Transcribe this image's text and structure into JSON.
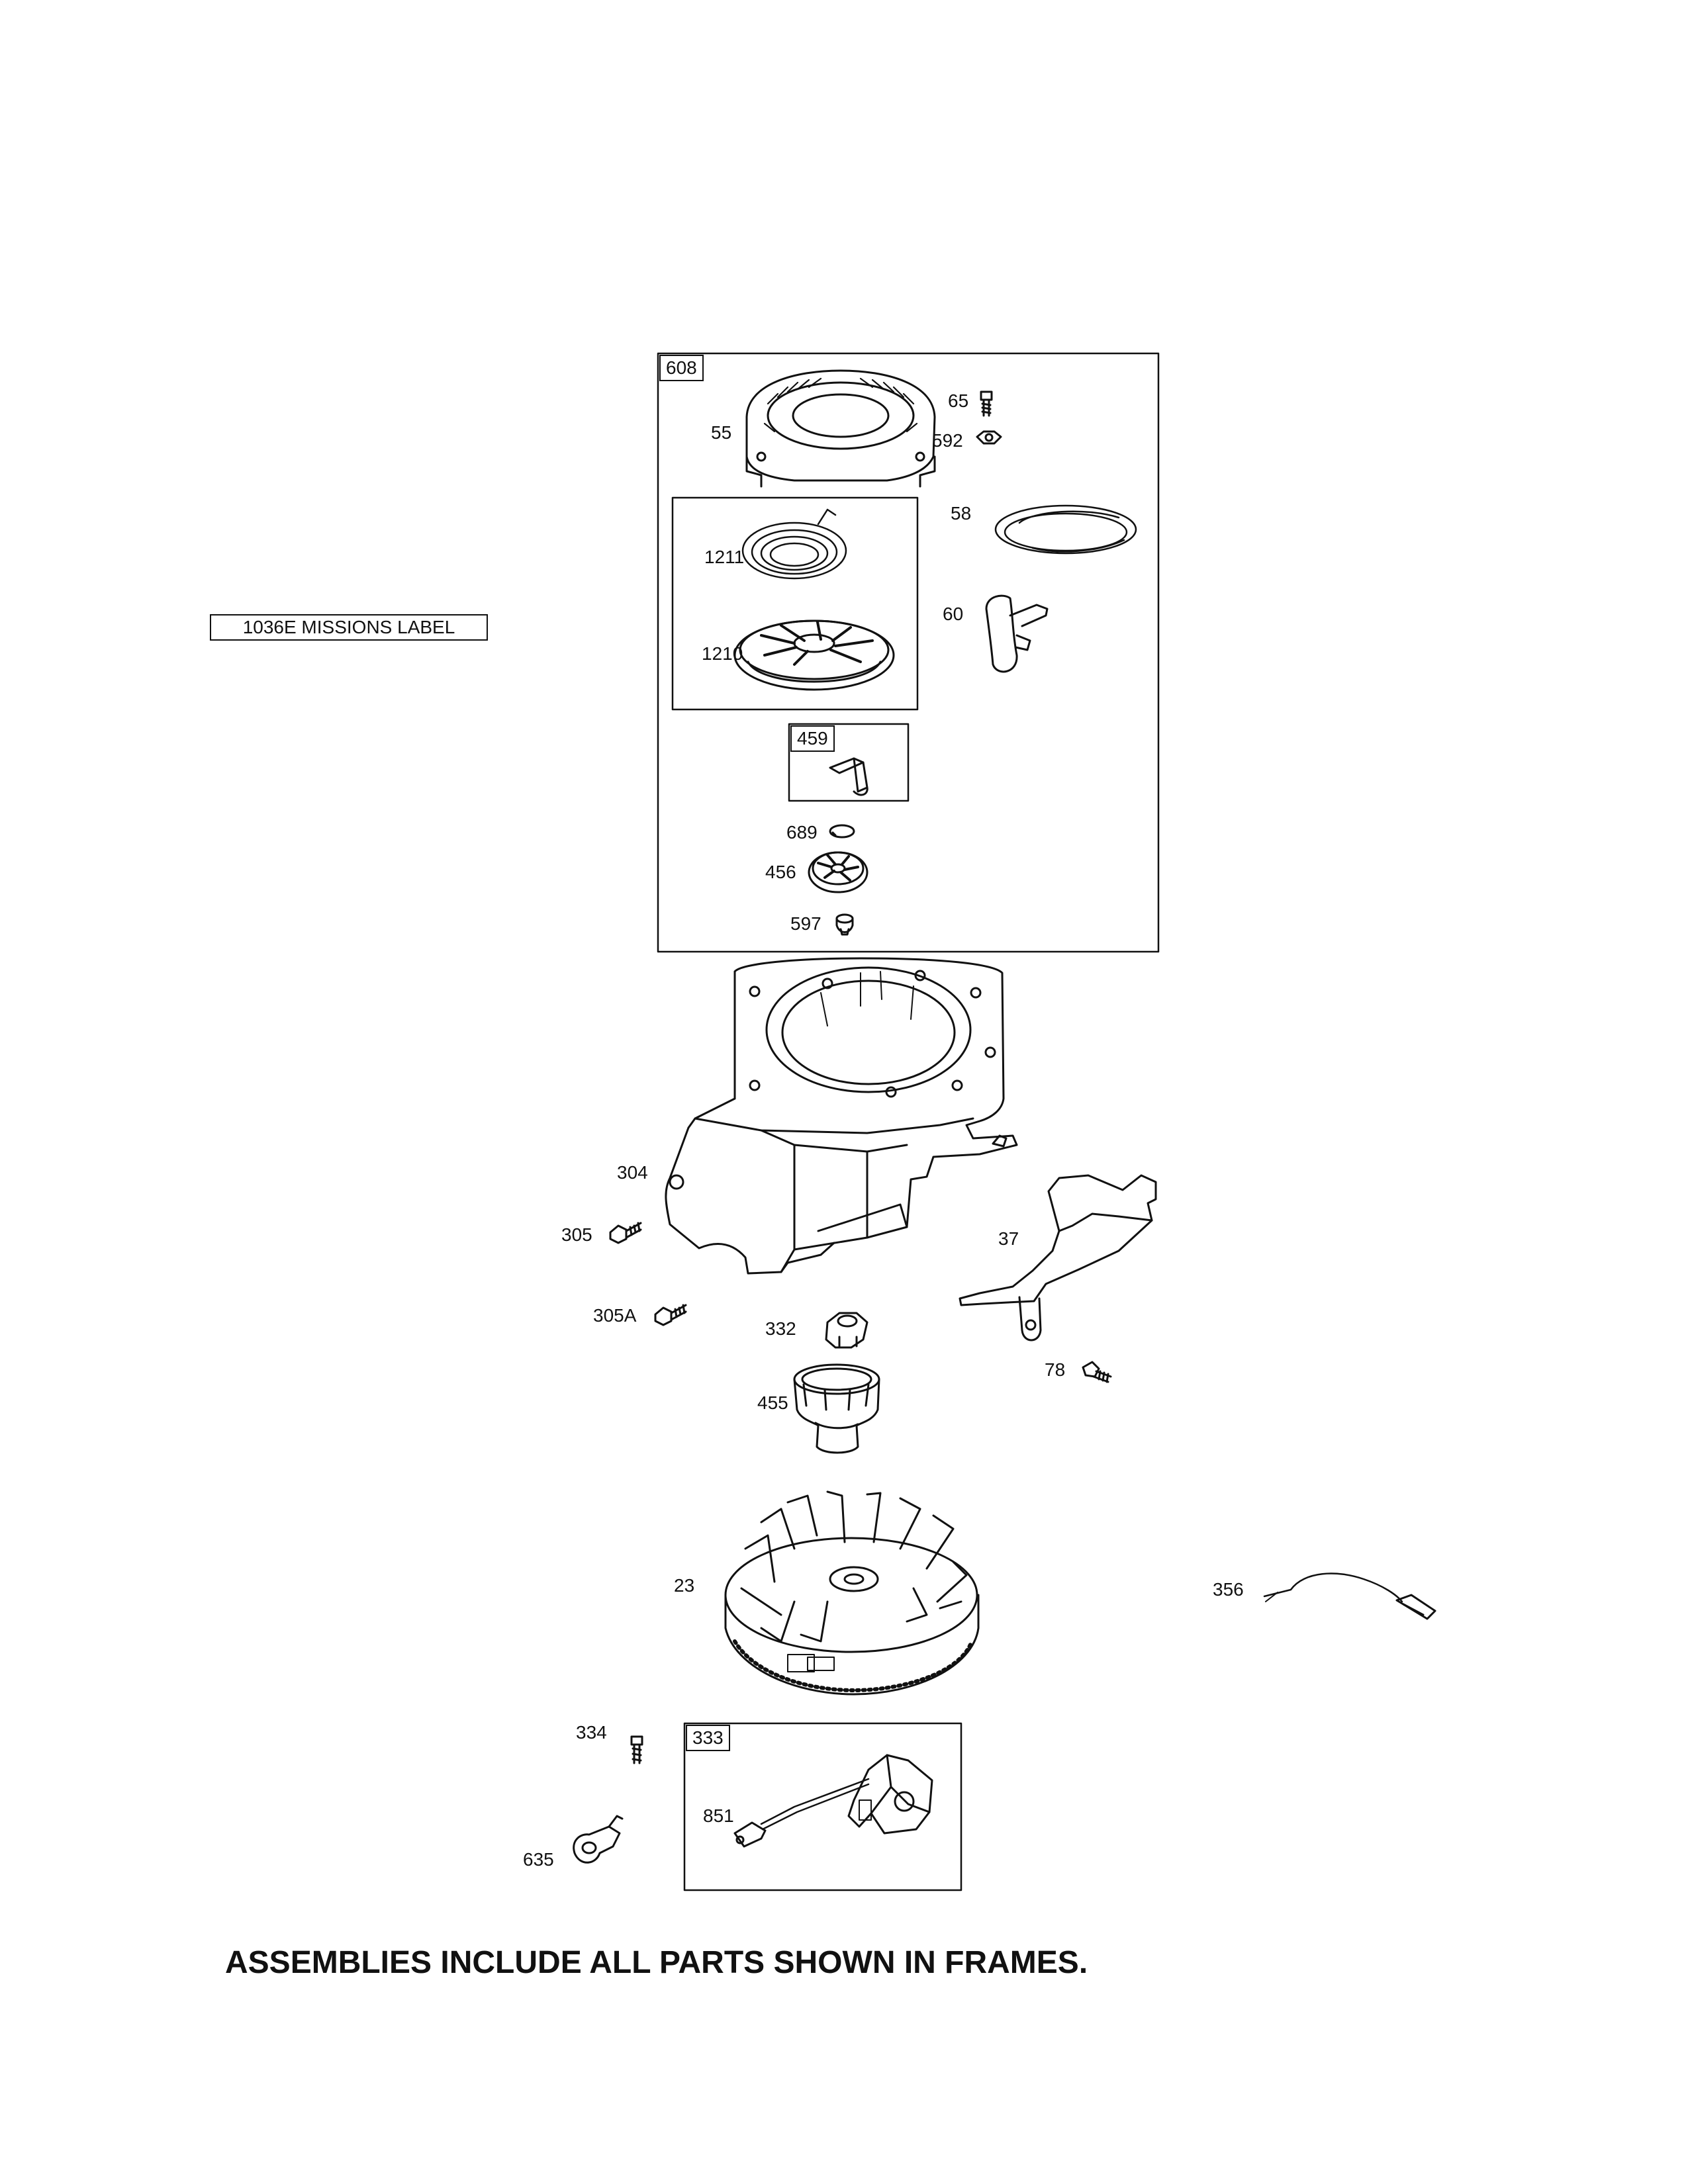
{
  "label_box": "1036E MISSIONS LABEL",
  "frames": {
    "f608": "608",
    "f459": "459",
    "f333": "333"
  },
  "parts": {
    "p55": "55",
    "p65": "65",
    "p592": "592",
    "p58": "58",
    "p1211": "1211",
    "p1210": "1210",
    "p60": "60",
    "p689": "689",
    "p456": "456",
    "p597": "597",
    "p304": "304",
    "p305": "305",
    "p305a": "305A",
    "p37": "37",
    "p332": "332",
    "p78": "78",
    "p455": "455",
    "p23": "23",
    "p356": "356",
    "p334": "334",
    "p851": "851",
    "p635": "635"
  },
  "footer": "ASSEMBLIES INCLUDE ALL PARTS SHOWN IN FRAMES."
}
